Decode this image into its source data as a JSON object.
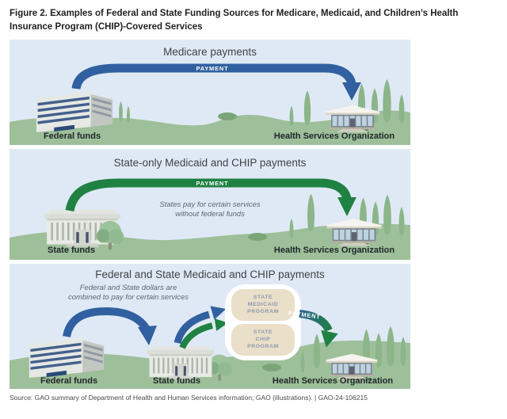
{
  "figure": {
    "title_line1": "Figure 2. Examples of Federal and State Funding Sources for Medicare, Medicaid, and Children’s Health",
    "title_line2": "Insurance Program (CHIP)-Covered Services",
    "source": "Source: GAO summary of Department of Health and Human Services information; GAO (illustrations).  |  GAO-24-106215"
  },
  "panels": [
    {
      "title": "Medicare payments",
      "payment_label": "PAYMENT",
      "from_label": "Federal funds",
      "to_label": "Health Services Organization"
    },
    {
      "title": "State-only Medicaid and CHIP payments",
      "payment_label": "PAYMENT",
      "caption_line1": "States pay for certain services",
      "caption_line2": "without federal funds",
      "from_label": "State funds",
      "to_label": "Health Services Organization"
    },
    {
      "title": "Federal and State Medicaid and CHIP payments",
      "payment_label": "PAYMENT",
      "caption_line1": "Federal and State dollars are",
      "caption_line2": "combined to pay for certain services",
      "federal_label": "Federal funds",
      "state_label": "State funds",
      "to_label": "Health Services Organization",
      "program_boxes": [
        {
          "line1": "STATE",
          "line2": "MEDICAID",
          "line3": "PROGRAM"
        },
        {
          "line1": "STATE",
          "line2": "CHIP",
          "line3": "PROGRAM"
        }
      ]
    }
  ],
  "colors": {
    "arrow_blue": "#30609f",
    "arrow_green": "#1f8142",
    "panel_sky": "#dfe9f5",
    "ground_green": "#9dbf99",
    "program_box_fill": "#eadfc8",
    "program_box_text": "#8d99b2",
    "payment_text": "#ffffff",
    "caption_text": "#5d6771",
    "panel_title_text": "#3f4347",
    "figure_title_text": "#1f1f1f",
    "label_text": "#21262b",
    "source_text": "#494949"
  }
}
